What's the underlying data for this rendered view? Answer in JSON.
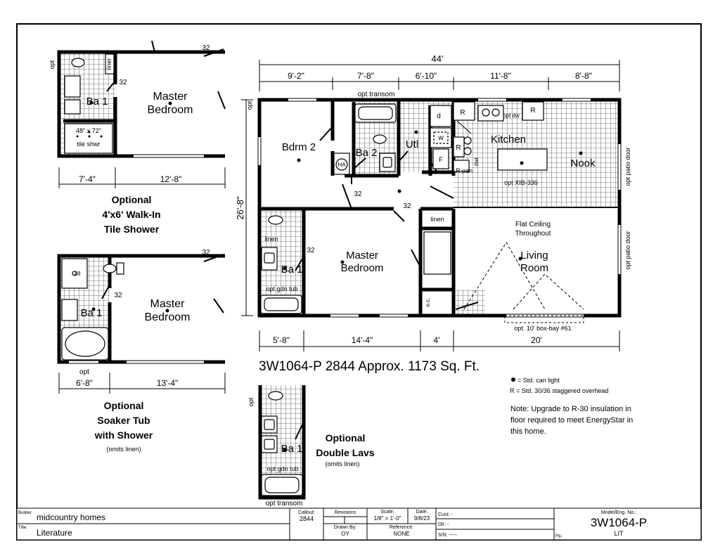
{
  "plan": {
    "title": "3W1064-P 2844  Approx. 1173 Sq. Ft.",
    "overall_width": "44'",
    "overall_depth": "26'-8\"",
    "top_dims": [
      "9'-2\"",
      "7'-8\"",
      "6'-10\"",
      "11'-8\"",
      "8'-8\""
    ],
    "bottom_dims": [
      "5'-8\"",
      "14'-4\"",
      "4'",
      "20'"
    ],
    "rooms": {
      "bdrm2": "Bdrm 2",
      "ba2": "Ba 2",
      "utl": "Utl",
      "kitchen": "Kitchen",
      "nook": "Nook",
      "master": "Master\nBedroom",
      "ba1": "Ba 1",
      "living": "Living\nRoom"
    },
    "labels": {
      "opt_transom": "opt transom",
      "opt": "opt",
      "ha": "HA",
      "d": "d",
      "w": "w",
      "f": "F",
      "r": "R",
      "r_pan": "R pan",
      "dwr": "dwr",
      "opt_dw": "opt dw",
      "opt_xib": "opt XIB-336",
      "linen": "linen",
      "linen_short": "linen",
      "opt_gdn_tub": "opt gdn tub",
      "oc": "o.c.",
      "flat_ceiling": "Flat Ceiling\nThroughout",
      "opt_patio_door": "opt patio door",
      "box_bay": "opt. 10' box-bay #61",
      "door32": "32"
    },
    "legend": {
      "can_light": "= Std. can light",
      "overhead": "R = Std. 30/36 staggered overhead",
      "note": "Note: Upgrade to R-30 insulation in\nfloor required to meet EnergyStar in\nthis home."
    }
  },
  "options": {
    "walkin": {
      "title": "Optional\n4'x6' Walk-In\nTile Shower",
      "dims": [
        "7'-4\"",
        "12'-8\""
      ],
      "shower": "48\" x 72\"\ntile shwr",
      "bath": "Ba 1",
      "bedroom": "Master\nBedroom",
      "linen": "liner",
      "opt": "opt",
      "door": "32"
    },
    "soaker": {
      "title": "Optional\nSoaker Tub\nwith Shower",
      "subtitle": "(omits linen)",
      "dims": [
        "6'-8\"",
        "13'-4\""
      ],
      "bath": "Ba 1",
      "bedroom": "Master\nBedroom",
      "opt": "opt",
      "size48": "48",
      "door": "32"
    },
    "doublelav": {
      "title": "Optional\nDouble Lavs",
      "subtitle": "(omits linen)",
      "bath": "Ba 1",
      "opt": "opt",
      "gdn_tub": "opt gdn tub",
      "transom": "opt transom"
    }
  },
  "title_block": {
    "builder_label": "Builder:",
    "builder": "midcountry homes",
    "title_label": "Title:",
    "title": "Literature",
    "callout_label": "Callout:",
    "callout": "2844",
    "revisions_label": "Revisions",
    "scale_label": "Scale:",
    "scale": "1/8\" = 1'-0\"",
    "date_label": "Date:",
    "date": "9/8/23",
    "drawn_label": "Drawn By:",
    "drawn": "OY",
    "reference_label": "Reference:",
    "reference": "NONE",
    "cust": "Cust: -",
    "dlr": "Dlr:  -",
    "sn": "S/N:  -----",
    "model_label": "Model/Eng. No.:",
    "model": "3W1064-P",
    "sheet": "LIT",
    "pg_label": "Pg.:"
  }
}
